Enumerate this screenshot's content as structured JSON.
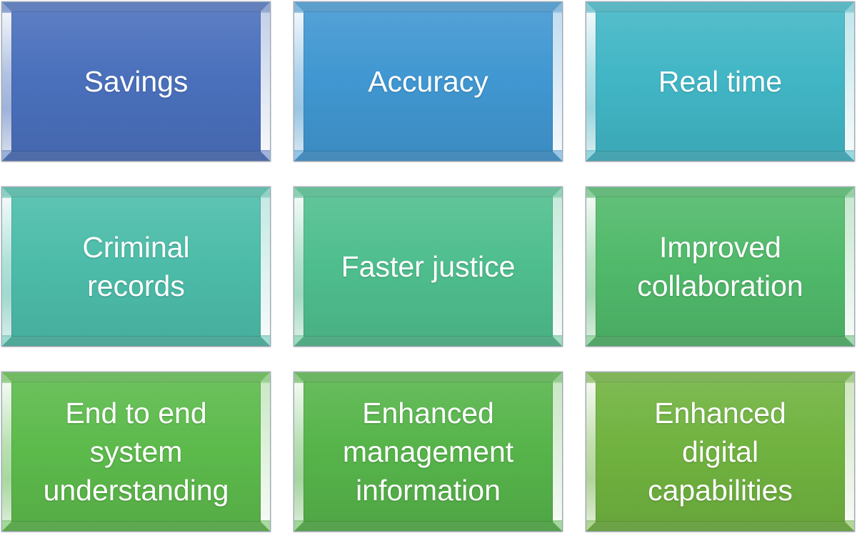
{
  "page": {
    "background_color": "#FFFFFF",
    "text_color": "#FFFFFF"
  },
  "grid": {
    "rows": 3,
    "cols": 3,
    "tiles": [
      {
        "id": "savings",
        "label": "Savings",
        "color": "#4A70BC"
      },
      {
        "id": "accuracy",
        "label": "Accuracy",
        "color": "#4097D1"
      },
      {
        "id": "real-time",
        "label": "Real time",
        "color": "#41B6C5"
      },
      {
        "id": "criminal-records",
        "label": "Criminal records",
        "color": "#4CBCA9"
      },
      {
        "id": "faster-justice",
        "label": "Faster justice",
        "color": "#4FBE8E"
      },
      {
        "id": "improved-collaboration",
        "label": "Improved collaboration",
        "color": "#50B96A"
      },
      {
        "id": "end-to-end-system-understanding",
        "label": "End to end system understanding",
        "color": "#5CBA4B"
      },
      {
        "id": "enhanced-management-information",
        "label": "Enhanced management information",
        "color": "#56B44A"
      },
      {
        "id": "enhanced-digital-capabilities",
        "label": "Enhanced digital capabilities",
        "color": "#70B23F"
      }
    ]
  }
}
